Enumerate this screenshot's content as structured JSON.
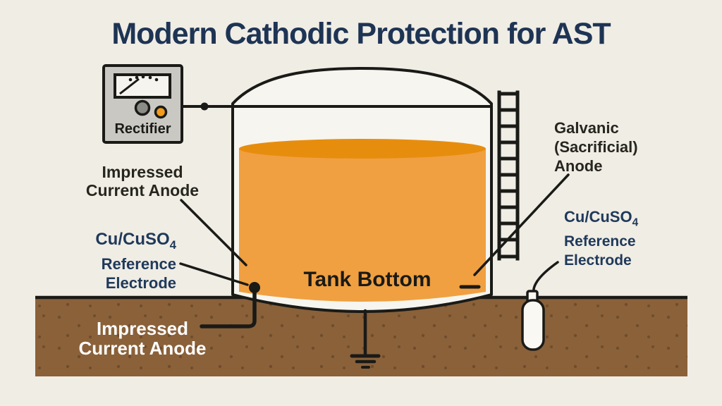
{
  "title": "Modern Cathodic Protection for AST",
  "rectifier": {
    "label": "Rectifier"
  },
  "labels": {
    "impressed_top": {
      "line1": "Impressed",
      "line2": "Current Anode"
    },
    "ref_left": {
      "formula_main": "Cu/CuSO",
      "formula_sub": "4",
      "line2": "Reference",
      "line3": "Electrode"
    },
    "impressed_bottom": {
      "line1": "Impressed",
      "line2": "Current Anode"
    },
    "galvanic": {
      "line1": "Galvanic",
      "line2": "(Sacrificial)",
      "line3": "Anode"
    },
    "ref_right": {
      "formula_main": "Cu/CuSO",
      "formula_sub": "4",
      "line2": "Reference",
      "line3": "Electrode"
    },
    "tank_bottom": "Tank Bottom"
  },
  "colors": {
    "background": "#f0ede5",
    "title_navy": "#1e3454",
    "label_navy": "#1f395a",
    "label_black": "#26261f",
    "label_white": "#ffffff",
    "line_black": "#1a1a17",
    "tank_interior": "#f7f5ef",
    "liquid_orange": "#f0a041",
    "liquid_orange_dark": "#e78d0e",
    "soil_brown": "#8a6139",
    "soil_speckle": "#6f4c2c",
    "rectifier_gray": "#c9c8c3",
    "knob_gray": "#8b8b87",
    "knob_orange": "#f29c1d"
  }
}
